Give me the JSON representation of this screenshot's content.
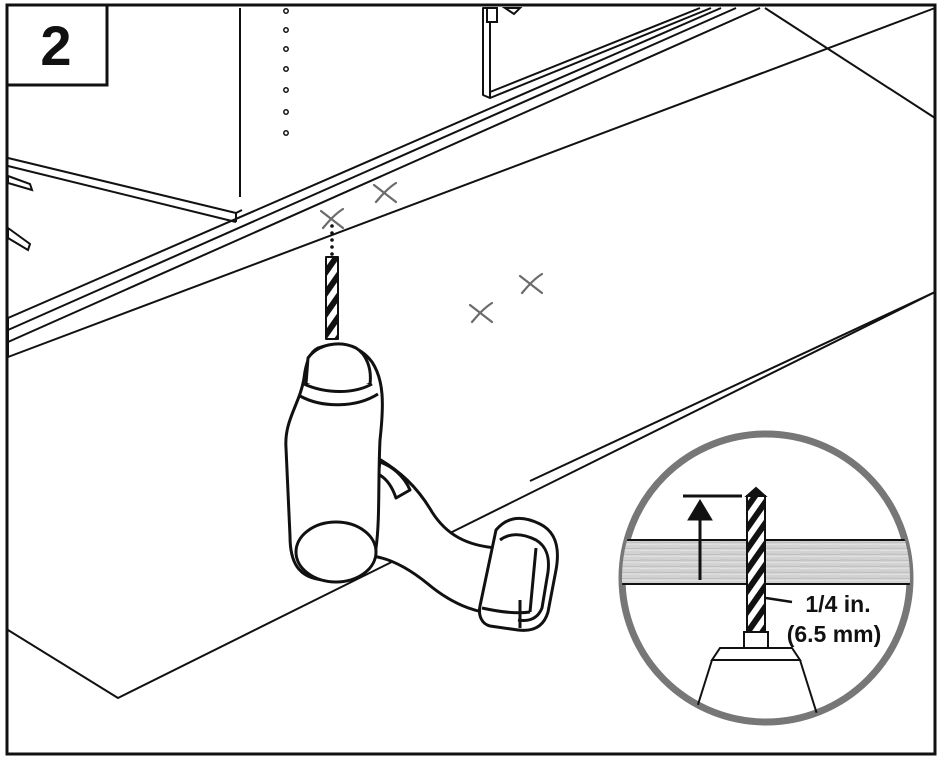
{
  "step": {
    "number": "2"
  },
  "callout": {
    "size_imperial": "1/4 in.",
    "size_metric": "(6.5 mm)"
  },
  "colors": {
    "line": "#111111",
    "mark": "#6b6b6b",
    "callout_ring": "#777777",
    "wood": "#cfcfcf"
  },
  "icons": [
    "drill-icon",
    "drill-bit-icon",
    "arrow-up-icon",
    "pilot-hole-mark-icon"
  ]
}
